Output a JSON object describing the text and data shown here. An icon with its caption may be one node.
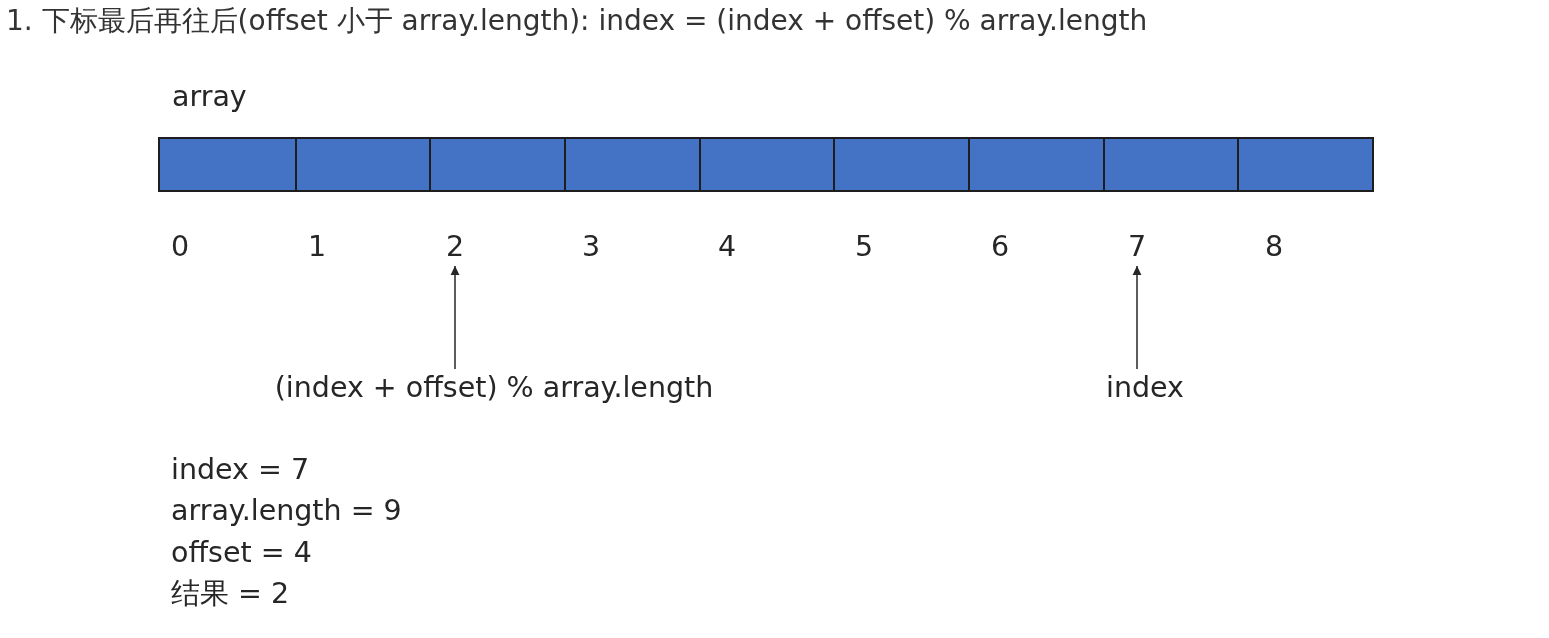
{
  "diagram": {
    "title": "1. 下标最后再往后(offset 小于 array.length): index = (index + offset) % array.length",
    "nodes": [
      {
        "text": [
          "array"
        ]
      },
      {
        "text": [],
        "shape": "box",
        "in": 0
      },
      {
        "text": [],
        "shape": "box",
        "in": 0
      },
      {
        "text": [],
        "shape": "box",
        "in": 0
      },
      {
        "text": [],
        "shape": "box",
        "in": 0
      },
      {
        "text": [],
        "shape": "box",
        "in": 0
      },
      {
        "text": [],
        "shape": "box",
        "in": 0
      },
      {
        "text": [],
        "shape": "box",
        "in": 0
      },
      {
        "text": [],
        "shape": "box",
        "in": 0
      },
      {
        "text": [],
        "shape": "box",
        "in": 0
      },
      {
        "text": [
          "0"
        ]
      },
      {
        "text": [
          "1"
        ]
      },
      {
        "text": [
          "2"
        ]
      },
      {
        "text": [
          "3"
        ]
      },
      {
        "text": [
          "4"
        ]
      },
      {
        "text": [
          "5"
        ]
      },
      {
        "text": [
          "6"
        ]
      },
      {
        "text": [
          "7"
        ]
      },
      {
        "text": [
          "8"
        ]
      },
      {
        "text": [
          "(index + offset) % array.length"
        ]
      },
      {
        "text": [
          "index"
        ]
      }
    ],
    "edges": [
      {
        "from": 19,
        "to": 12,
        "arrow": "to"
      },
      {
        "from": 20,
        "to": 17,
        "arrow": "to"
      }
    ],
    "labels": [
      "index = 7",
      "array.length = 9",
      "offset = 4",
      "结果 = 2"
    ]
  }
}
